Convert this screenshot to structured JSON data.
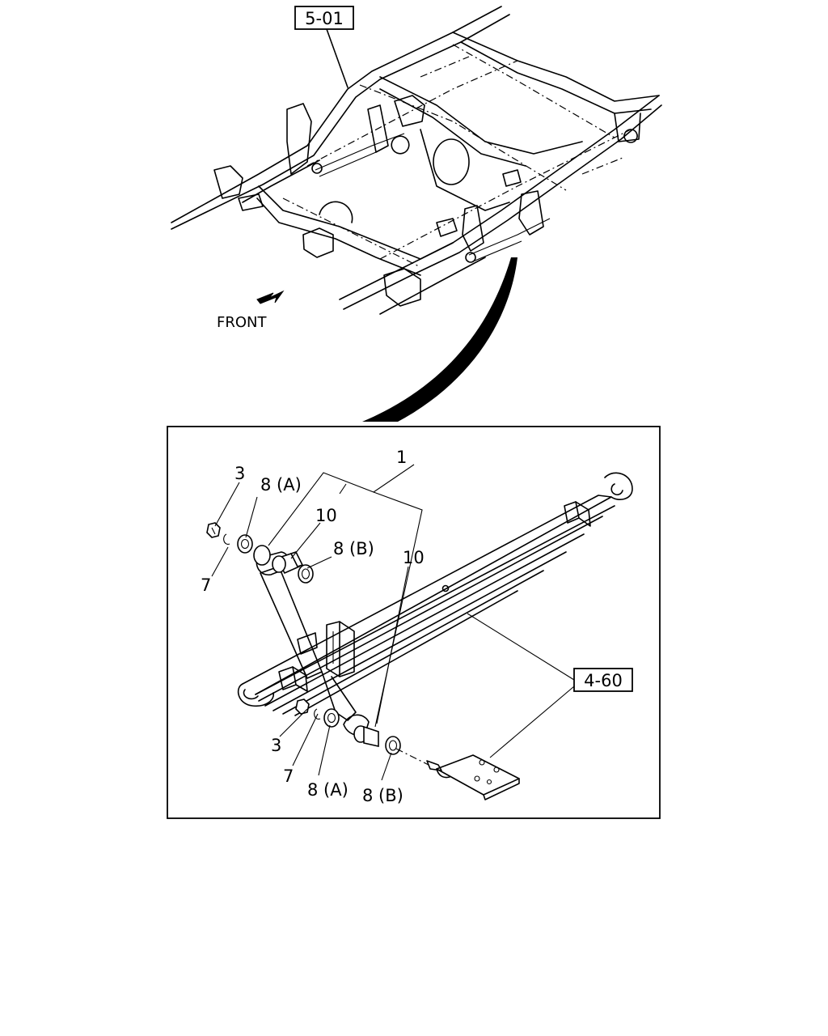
{
  "callouts": {
    "frame_ref": "5-01",
    "front": "FRONT",
    "spring_ref": "4-60"
  },
  "parts": {
    "p1": "1",
    "p3_top": "3",
    "p3_bottom": "3",
    "p7_top": "7",
    "p7_bottom": "7",
    "p8a_top": "8 (A)",
    "p8a_bottom": "8 (A)",
    "p8b_top": "8 (B)",
    "p8b_bottom": "8 (B)",
    "p10_left": "10",
    "p10_right": "10"
  }
}
